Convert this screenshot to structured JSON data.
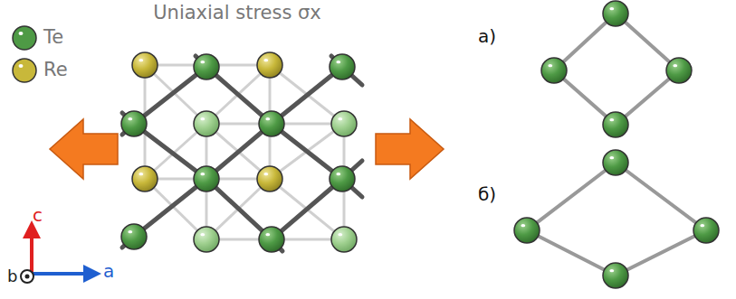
{
  "diagram": {
    "title": "Uniaxial stress σx",
    "labels": [
      "c",
      "b",
      "a",
      "а)",
      "б)"
    ],
    "legend": [
      {
        "text": "Te",
        "color": "#4e9a45"
      },
      {
        "text": "Re",
        "color": "#c8b83a"
      }
    ]
  }
}
